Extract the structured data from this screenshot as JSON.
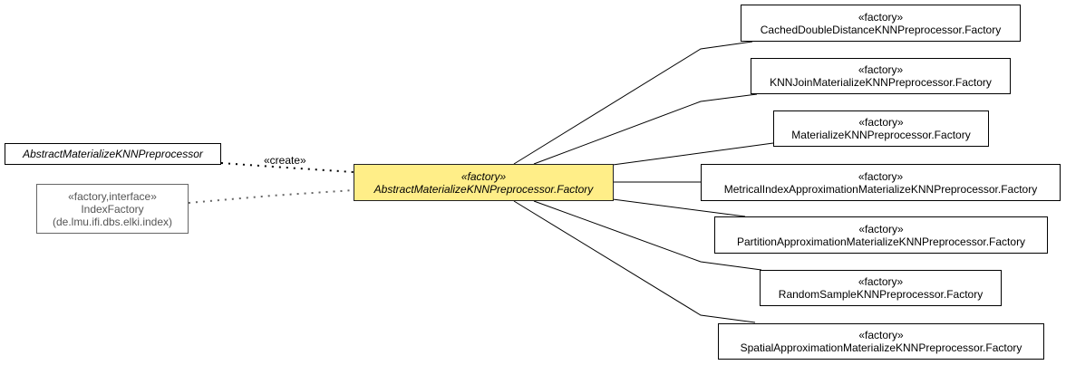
{
  "diagram": {
    "type": "uml-class-diagram",
    "center": {
      "stereotype": "«factory»",
      "name": "AbstractMaterializeKNNPreprocessor.Factory",
      "fill_color": "#ffee88"
    },
    "left_nodes": [
      {
        "id": "outer",
        "name": "AbstractMaterializeKNNPreprocessor",
        "style": "abstract"
      },
      {
        "id": "indexfactory",
        "stereotype": "«factory,interface»",
        "name": "IndexFactory",
        "package": "(de.lmu.ifi.dbs.elki.index)",
        "style": "external"
      }
    ],
    "edge_labels": {
      "create": "«create»"
    },
    "subclasses": [
      {
        "stereotype": "«factory»",
        "name": "CachedDoubleDistanceKNNPreprocessor.Factory"
      },
      {
        "stereotype": "«factory»",
        "name": "KNNJoinMaterializeKNNPreprocessor.Factory"
      },
      {
        "stereotype": "«factory»",
        "name": "MaterializeKNNPreprocessor.Factory"
      },
      {
        "stereotype": "«factory»",
        "name": "MetricalIndexApproximationMaterializeKNNPreprocessor.Factory"
      },
      {
        "stereotype": "«factory»",
        "name": "PartitionApproximationMaterializeKNNPreprocessor.Factory"
      },
      {
        "stereotype": "«factory»",
        "name": "RandomSampleKNNPreprocessor.Factory"
      },
      {
        "stereotype": "«factory»",
        "name": "SpatialApproximationMaterializeKNNPreprocessor.Factory"
      }
    ]
  }
}
